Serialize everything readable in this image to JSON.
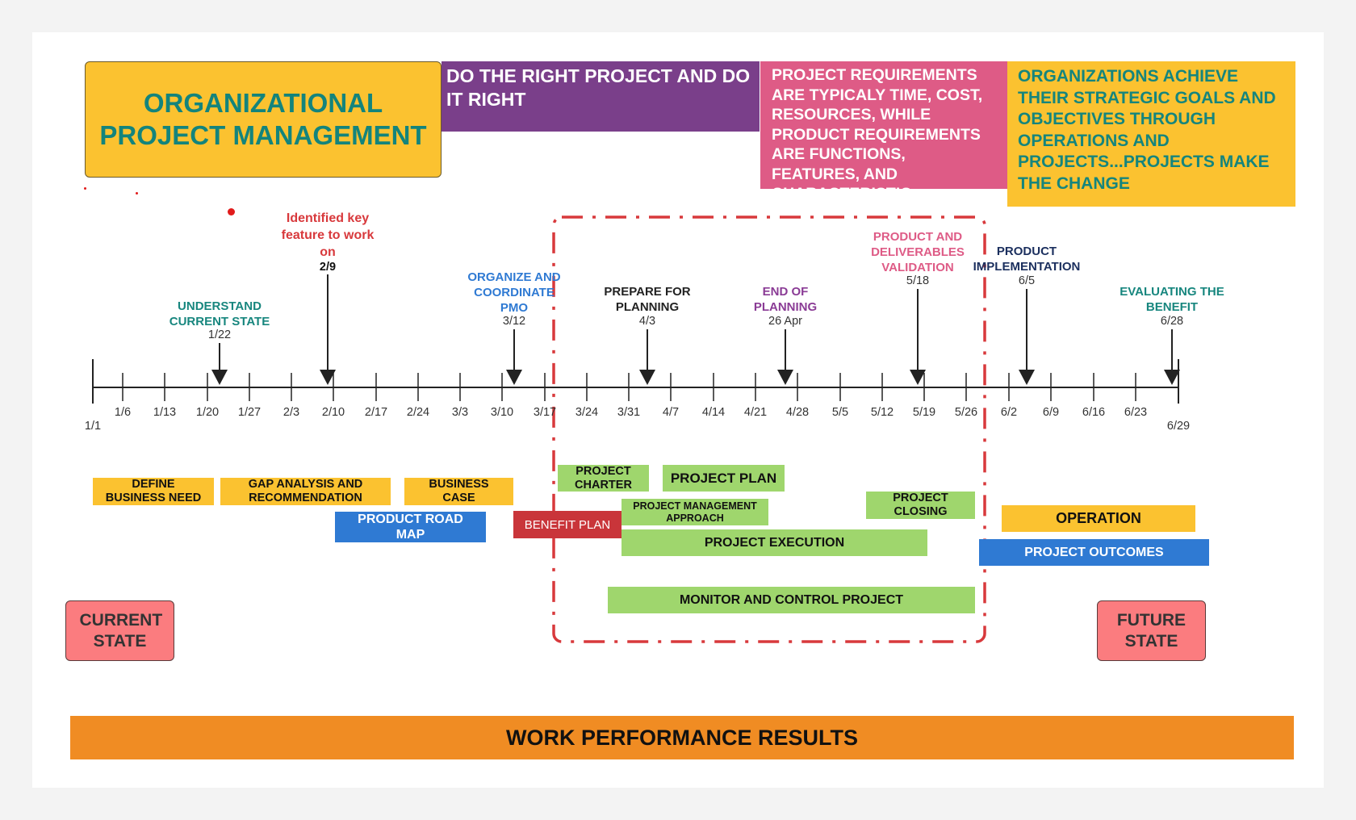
{
  "header": {
    "title": "ORGANIZATIONAL PROJECT MANAGEMENT",
    "purple": "DO THE RIGHT PROJECT AND DO IT RIGHT",
    "pink": "PROJECT REQUIREMENTS ARE TYPICALY TIME, COST, RESOURCES, WHILE PRODUCT REQUIREMENTS ARE FUNCTIONS, FEATURES, AND CHARACTERISTICs",
    "yellow": "ORGANIZATIONS ACHIEVE THEIR STRATEGIC GOALS AND OBJECTIVES THROUGH OPERATIONS AND PROJECTS...PROJECTS MAKE THE CHANGE"
  },
  "timeline": {
    "ticks": [
      "1/1",
      "1/6",
      "1/13",
      "1/20",
      "1/27",
      "2/3",
      "2/10",
      "2/17",
      "2/24",
      "3/3",
      "3/10",
      "3/17",
      "3/24",
      "3/31",
      "4/7",
      "4/14",
      "4/21",
      "4/28",
      "5/5",
      "5/12",
      "5/19",
      "5/26",
      "6/2",
      "6/9",
      "6/16",
      "6/23",
      "6/29"
    ]
  },
  "milestones": [
    {
      "label": "UNDERSTAND CURRENT STATE",
      "date": "1/22",
      "color": "#17867e"
    },
    {
      "label": "Identified key feature to work on",
      "date": "2/9",
      "color": "#d8393c"
    },
    {
      "label": "ORGANIZE AND COORDINATE PMO",
      "date": "3/12",
      "color": "#2f7ad3"
    },
    {
      "label": "PREPARE FOR PLANNING",
      "date": "4/3",
      "color": "#222222"
    },
    {
      "label": "END OF PLANNING",
      "date": "26 Apr",
      "color": "#8a3b95"
    },
    {
      "label": "PRODUCT AND DELIVERABLES VALIDATION",
      "date": "5/18",
      "color": "#de5b86"
    },
    {
      "label": "PRODUCT IMPLEMENTATION",
      "date": "6/5",
      "color": "#1b2f5e"
    },
    {
      "label": "EVALUATING THE BENEFIT",
      "date": "6/28",
      "color": "#17867e"
    }
  ],
  "activities": {
    "define": "DEFINE BUSINESS NEED",
    "gap": "GAP ANALYSIS AND RECOMMENDATION",
    "business_case": "BUSINESS CASE",
    "road_map": "PRODUCT ROAD MAP",
    "benefit_plan": "BENEFIT PLAN",
    "charter": "PROJECT CHARTER",
    "plan": "PROJECT PLAN",
    "pm_approach": "PROJECT MANAGEMENT APPROACH",
    "execution": "PROJECT EXECUTION",
    "closing": "PROJECT CLOSING",
    "monitor": "MONITOR AND CONTROL PROJECT",
    "operation": "OPERATION",
    "outcomes": "PROJECT OUTCOMES"
  },
  "states": {
    "current": "CURRENT STATE",
    "future": "FUTURE STATE"
  },
  "footer": "WORK PERFORMANCE RESULTS",
  "colors": {
    "yellow": "#fbc230",
    "purple": "#7a3f8a",
    "pink": "#de5b86",
    "teal": "#17867e",
    "green": "#9fd66d",
    "blue": "#2f7ad3",
    "red": "#c9353a",
    "orange": "#f08c23",
    "salmon": "#fb7c7f"
  }
}
